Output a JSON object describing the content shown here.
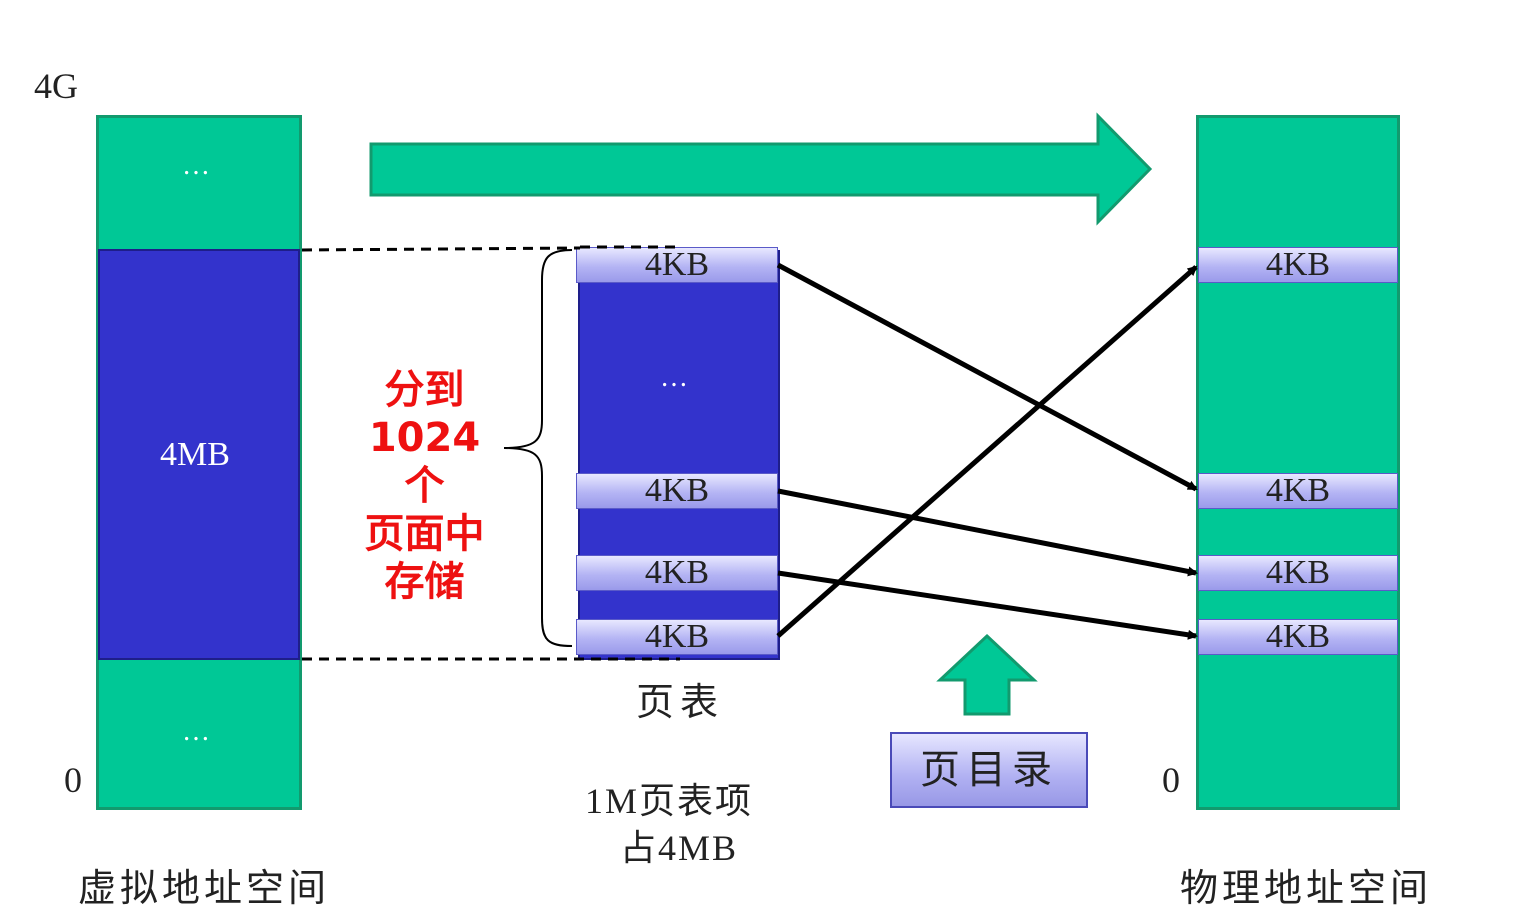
{
  "virtual": {
    "top_label": "4G",
    "bottom_label": "0",
    "dots_top": "…",
    "dots_bottom": "…",
    "block_label": "4MB",
    "caption": "虚拟地址空间"
  },
  "annotation": {
    "lines": [
      "分到",
      "1024个",
      "页面中",
      "存储"
    ]
  },
  "page_table": {
    "entries": [
      "4KB",
      "4KB",
      "4KB",
      "4KB"
    ],
    "dots": "…",
    "caption": "页表",
    "note_line1": "1M页表项",
    "note_line2": "占4MB"
  },
  "page_directory": {
    "label": "页目录"
  },
  "physical": {
    "bottom_label": "0",
    "frames": [
      "4KB",
      "4KB",
      "4KB",
      "4KB"
    ],
    "caption": "物理地址空间"
  },
  "colors": {
    "green": "#00C896",
    "blue": "#3333CC",
    "red": "#EE1111",
    "lavender": "#B4B4F4"
  }
}
